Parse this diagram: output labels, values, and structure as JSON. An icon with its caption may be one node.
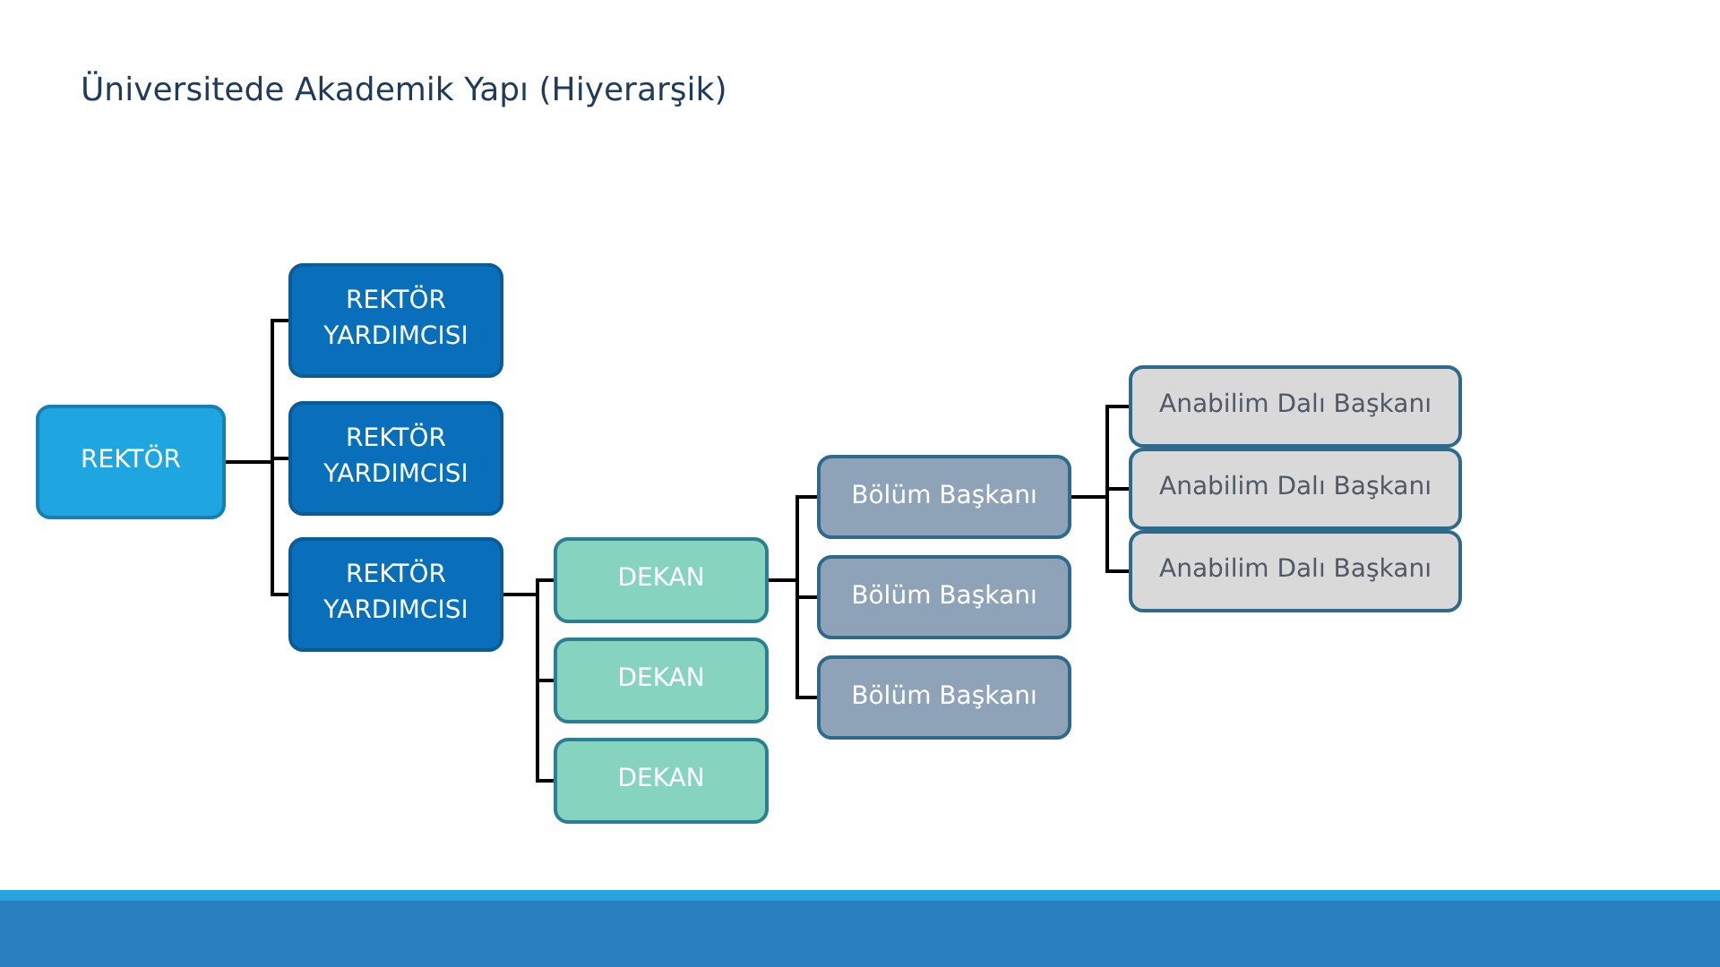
{
  "diagram": {
    "title": "Üniversitede Akademik Yapı (Hiyerarşik)",
    "nodes": [
      {
        "text": [
          "REKTÖR"
        ]
      },
      {
        "text": [
          "REKTÖR YARDIMCISI"
        ]
      },
      {
        "text": [
          "REKTÖR YARDIMCISI"
        ]
      },
      {
        "text": [
          "REKTÖR YARDIMCISI"
        ]
      },
      {
        "text": [
          "DEKAN"
        ]
      },
      {
        "text": [
          "DEKAN"
        ]
      },
      {
        "text": [
          "DEKAN"
        ]
      },
      {
        "text": [
          "Bölüm Başkanı"
        ]
      },
      {
        "text": [
          "Bölüm Başkanı"
        ]
      },
      {
        "text": [
          "Bölüm Başkanı"
        ]
      },
      {
        "text": [
          "Anabilim Dalı Başkanı"
        ]
      },
      {
        "text": [
          "Anabilim Dalı Başkanı"
        ]
      },
      {
        "text": [
          "Anabilim Dalı Başkanı"
        ]
      }
    ],
    "edges": [
      {
        "from": 0,
        "to": 1,
        "arrow": "none"
      },
      {
        "from": 0,
        "to": 2,
        "arrow": "none"
      },
      {
        "from": 0,
        "to": 3,
        "arrow": "none"
      },
      {
        "from": 3,
        "to": 4,
        "arrow": "none"
      },
      {
        "from": 3,
        "to": 5,
        "arrow": "none"
      },
      {
        "from": 3,
        "to": 6,
        "arrow": "none"
      },
      {
        "from": 4,
        "to": 7,
        "arrow": "none"
      },
      {
        "from": 4,
        "to": 8,
        "arrow": "none"
      },
      {
        "from": 4,
        "to": 9,
        "arrow": "none"
      },
      {
        "from": 7,
        "to": 10,
        "arrow": "none"
      },
      {
        "from": 7,
        "to": 11,
        "arrow": "none"
      },
      {
        "from": 7,
        "to": 12,
        "arrow": "none"
      }
    ]
  }
}
